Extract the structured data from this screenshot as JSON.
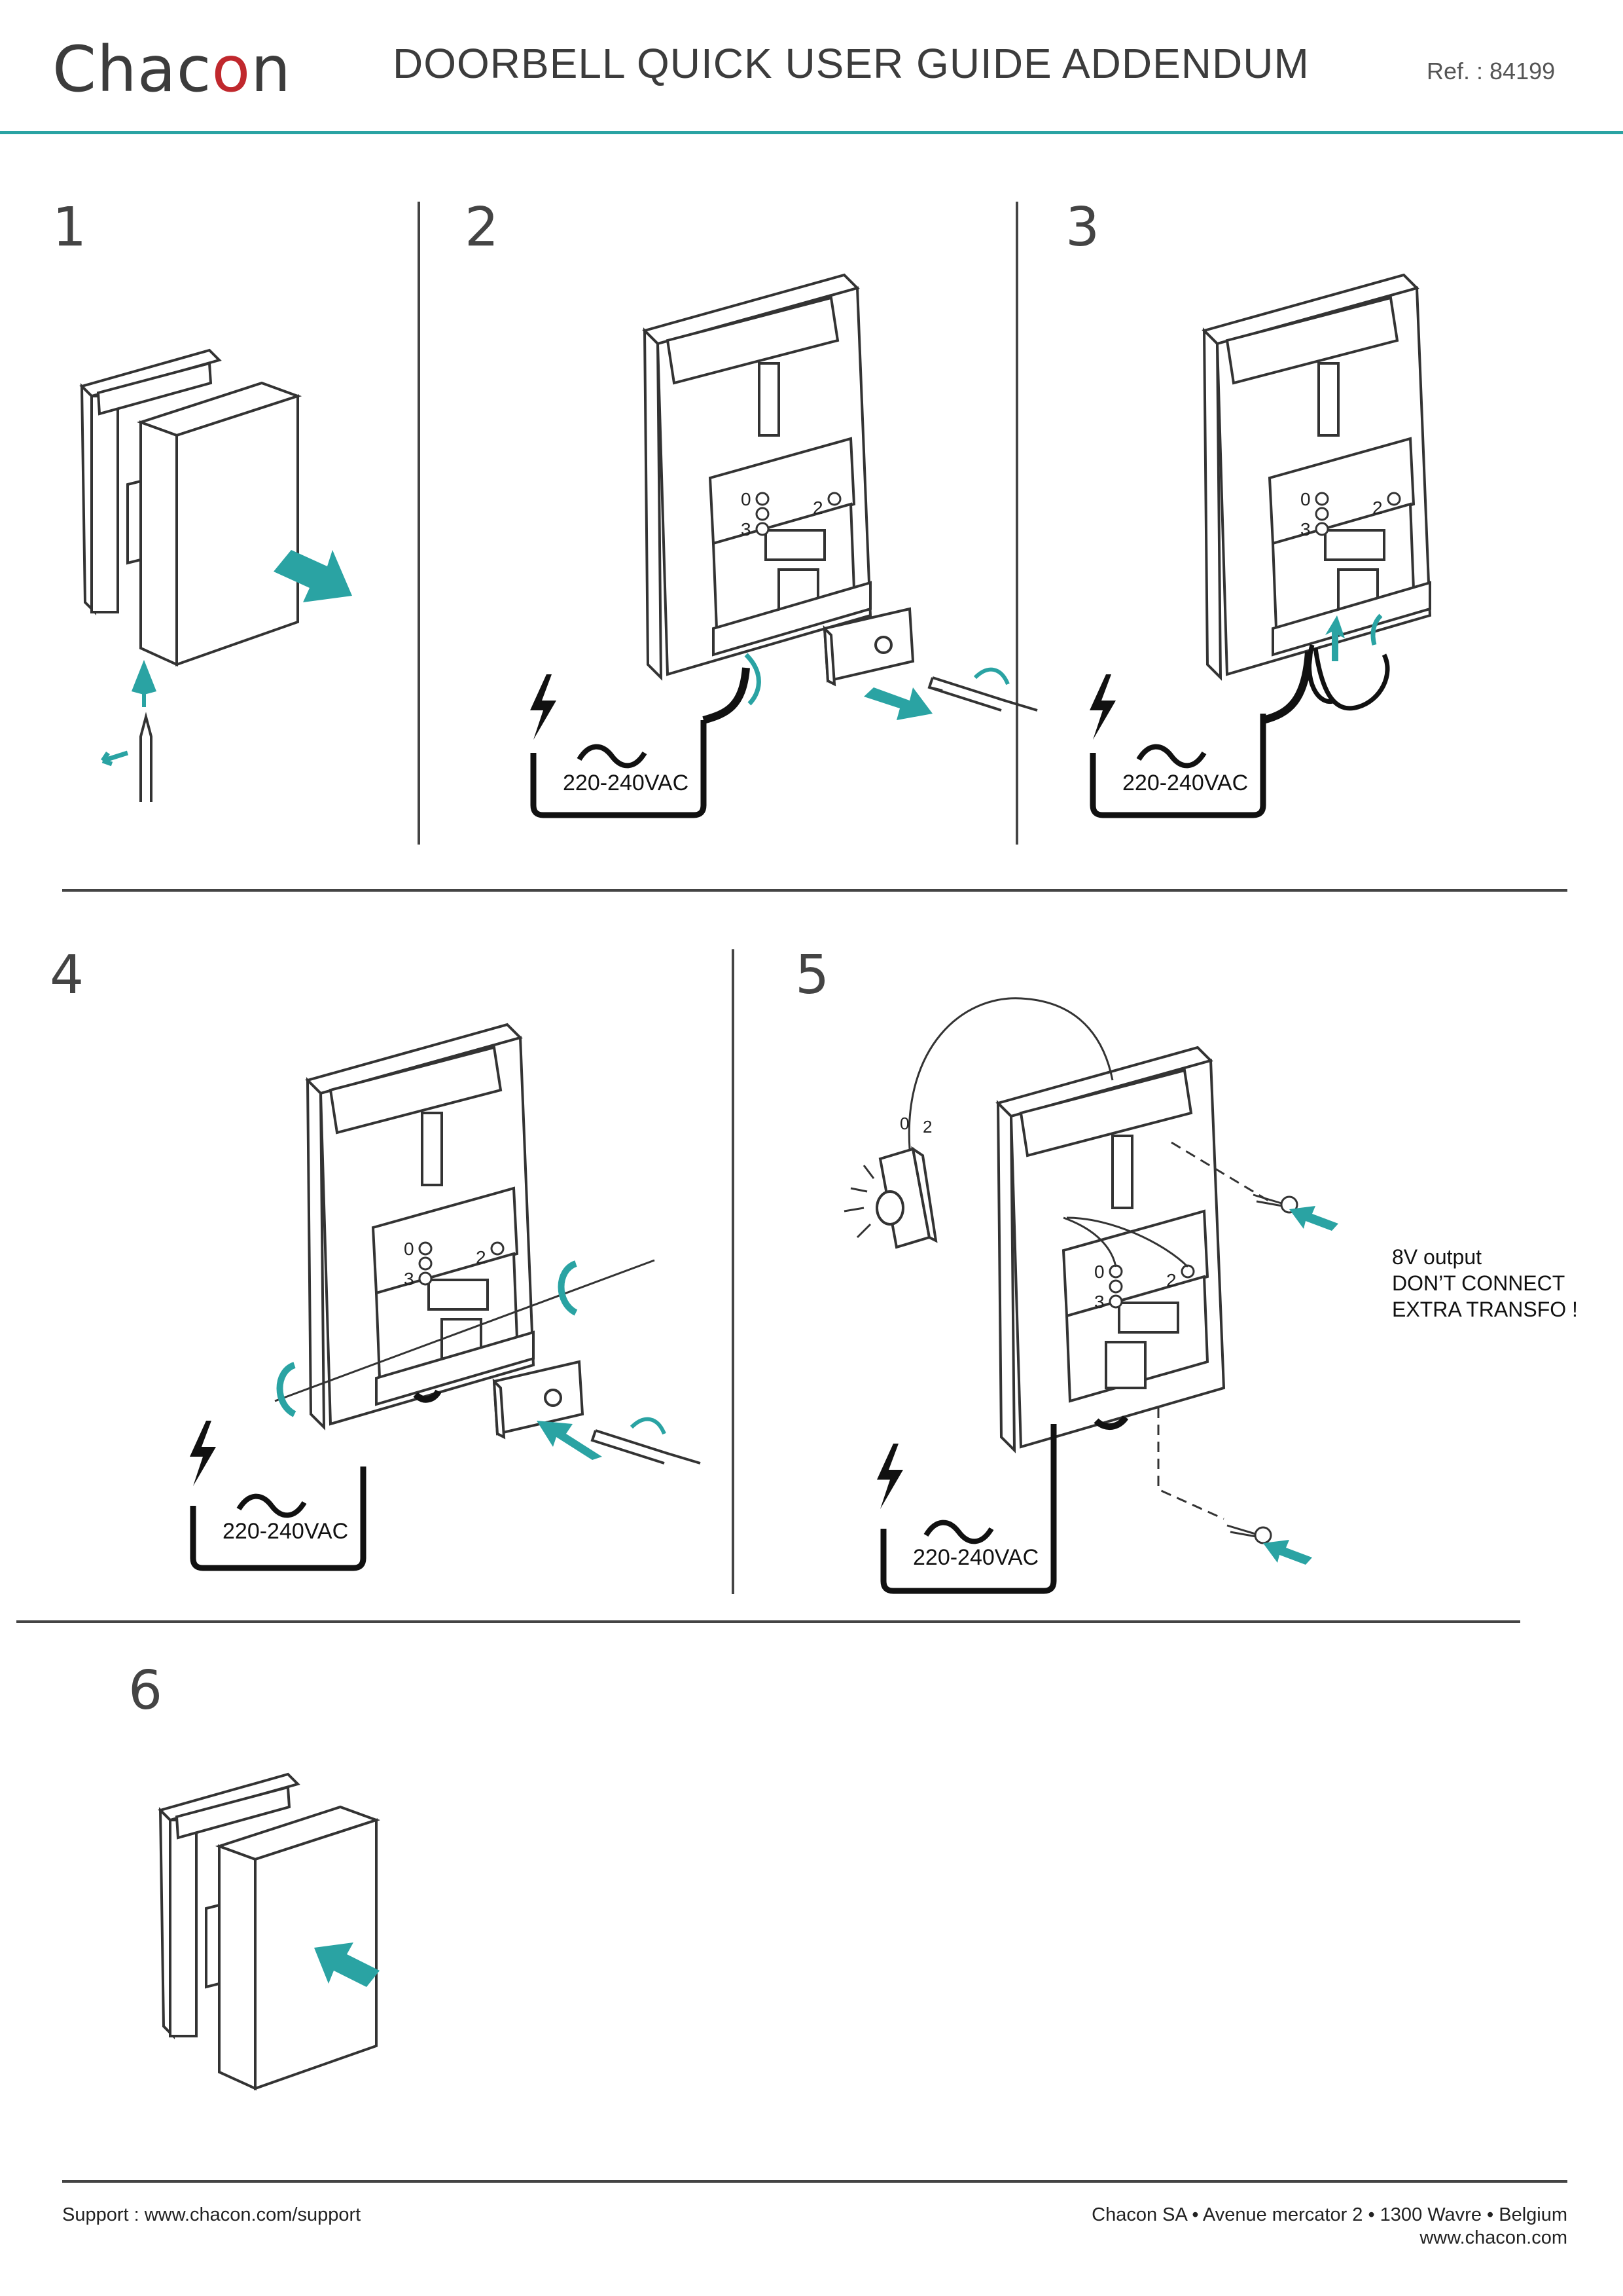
{
  "header": {
    "logo_text_a": "Chac",
    "logo_text_o": "o",
    "logo_text_b": "n",
    "title": "DOORBELL QUICK USER GUIDE ADDENDUM",
    "ref": "Ref. : 84199"
  },
  "steps": [
    {
      "number": "1"
    },
    {
      "number": "2",
      "voltage": "220-240VAC"
    },
    {
      "number": "3",
      "voltage": "220-240VAC"
    },
    {
      "number": "4",
      "voltage": "220-240VAC"
    },
    {
      "number": "5",
      "voltage": "220-240VAC",
      "terminals_wire": [
        "0",
        "2"
      ],
      "note": [
        "8V output",
        "DON’T CONNECT",
        "EXTRA TRANSFO !"
      ]
    },
    {
      "number": "6"
    }
  ],
  "terminals": [
    "0",
    "2",
    "3"
  ],
  "footer": {
    "support": "Support :  www.chacon.com/support",
    "company": "Chacon SA • Avenue mercator 2 • 1300 Wavre • Belgium",
    "website": "www.chacon.com"
  },
  "colors": {
    "accent": "#2aa3a3",
    "logo_red": "#c0282d",
    "line": "#444444"
  },
  "icons": [
    "lightning-icon",
    "ac-tilde-icon",
    "screwdriver-icon",
    "arrow-icon",
    "rotate-arrow-icon",
    "screw-icon",
    "push-button-icon"
  ]
}
